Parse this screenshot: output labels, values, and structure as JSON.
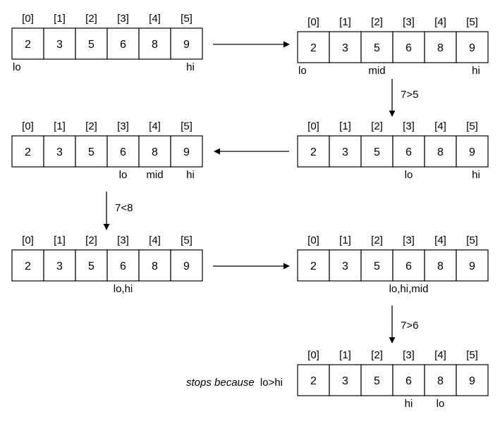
{
  "indices": [
    "[0]",
    "[1]",
    "[2]",
    "[3]",
    "[4]",
    "[5]"
  ],
  "values": [
    "2",
    "3",
    "5",
    "6",
    "8",
    "9"
  ],
  "stop_note": {
    "italic": "stops because",
    "plain": "lo>hi"
  },
  "steps": [
    {
      "id": "step-1",
      "pointers": [
        {
          "text": "lo",
          "cell": 0
        },
        {
          "text": "hi",
          "cell": 5
        }
      ]
    },
    {
      "id": "step-2",
      "pointers": [
        {
          "text": "lo",
          "cell": 0
        },
        {
          "text": "mid",
          "cell": 2
        },
        {
          "text": "hi",
          "cell": 5
        }
      ]
    },
    {
      "id": "step-3",
      "pointers": [
        {
          "text": "lo",
          "cell": 3
        },
        {
          "text": "hi",
          "cell": 5
        }
      ]
    },
    {
      "id": "step-4",
      "pointers": [
        {
          "text": "lo",
          "cell": 3
        },
        {
          "text": "mid",
          "cell": 4
        },
        {
          "text": "hi",
          "cell": 5
        }
      ]
    },
    {
      "id": "step-5",
      "pointers": [
        {
          "text": "lo,hi",
          "cell": 3
        }
      ]
    },
    {
      "id": "step-6",
      "pointers": [
        {
          "text": "lo,hi,mid",
          "cell": 3
        }
      ]
    },
    {
      "id": "step-7",
      "pointers": [
        {
          "text": "hi",
          "cell": 3
        },
        {
          "text": "lo",
          "cell": 4
        }
      ]
    }
  ],
  "arrows": [
    {
      "id": "step-1-to-step-2",
      "label": ""
    },
    {
      "id": "step-2-to-step-3",
      "label": "7>5"
    },
    {
      "id": "step-3-to-step-4",
      "label": ""
    },
    {
      "id": "step-4-to-step-5",
      "label": "7<8"
    },
    {
      "id": "step-5-to-step-6",
      "label": ""
    },
    {
      "id": "step-6-to-step-7",
      "label": "7>6"
    }
  ]
}
